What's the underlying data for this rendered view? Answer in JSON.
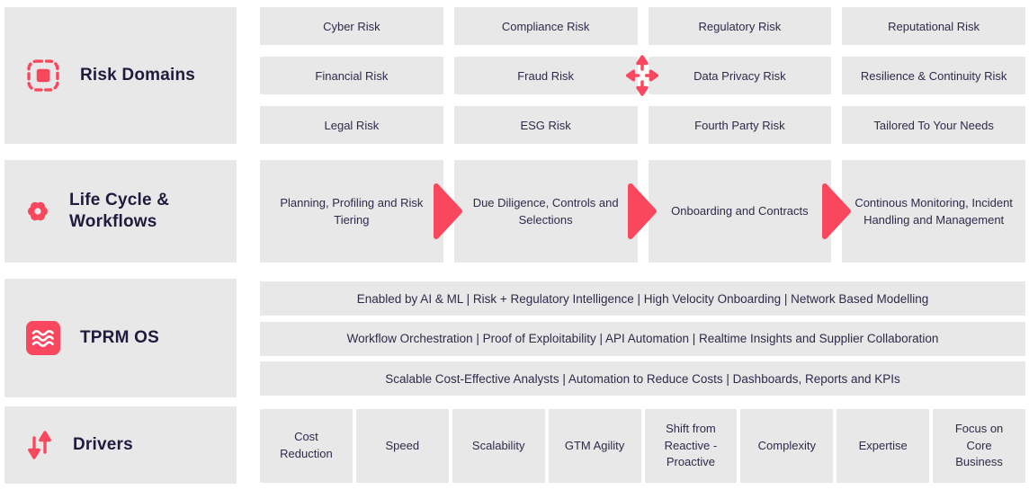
{
  "colors": {
    "accent": "#f9485e",
    "panel_bg": "#e8e8e8",
    "title_text": "#211a3d",
    "body_text": "#2e2a4a",
    "page_bg": "#ffffff"
  },
  "sections": {
    "risk_domains": {
      "title": "Risk Domains",
      "icon": "dashed-selection-icon",
      "items": [
        "Cyber Risk",
        "Compliance Risk",
        "Regulatory Risk",
        "Reputational Risk",
        "Financial Risk",
        "Fraud Risk",
        "Data Privacy Risk",
        "Resilience & Continuity Risk",
        "Legal Risk",
        "ESG Risk",
        "Fourth Party Risk",
        "Tailored To Your Needs"
      ]
    },
    "lifecycle": {
      "title": "Life Cycle & Workflows",
      "icon": "gear-icon",
      "stages": [
        "Planning, Profiling and Risk Tiering",
        "Due Diligence, Controls and Selections",
        "Onboarding and Contracts",
        "Continous Monitoring, Incident Handling and Management"
      ]
    },
    "tprm_os": {
      "title": "TPRM OS",
      "icon": "waves-icon",
      "bars": [
        "Enabled by AI & ML | Risk + Regulatory Intelligence | High Velocity Onboarding | Network Based Modelling",
        "Workflow Orchestration | Proof of Exploitability  | API Automation  | Realtime Insights and Supplier Collaboration",
        "Scalable Cost-Effective Analysts  | Automation to Reduce Costs  | Dashboards, Reports and KPIs"
      ]
    },
    "drivers": {
      "title": "Drivers",
      "icon": "up-down-arrows-icon",
      "items": [
        "Cost Reduction",
        "Speed",
        "Scalability",
        "GTM Agility",
        "Shift from Reactive - Proactive",
        "Complexity",
        "Expertise",
        "Focus on Core Business"
      ]
    }
  }
}
